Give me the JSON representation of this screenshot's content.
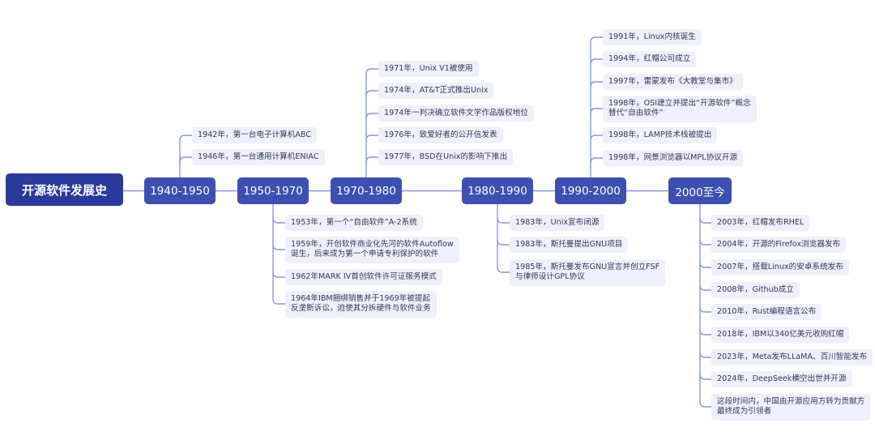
{
  "title": "开源软件发展史",
  "periods": [
    {
      "label": "1940-1950",
      "items": [
        "1942年，第一台电子计算机ABC",
        "1946年，第一台通用计算机ENIAC"
      ]
    },
    {
      "label": "1950-1970",
      "items": [
        "1953年，第一个“自由软件”A-2系统",
        "1959年，开创软件商业化先河的软件Autoflow\n诞生，后来成为第一个申请专利保护的软件",
        "1962年MARK IV首创软件许可证服务模式",
        "1964年IBM捆绑销售并于1969年被提起\n反垄断诉讼，迫使其分拆硬件与软件业务"
      ]
    },
    {
      "label": "1970-1980",
      "items": [
        "1971年，Unix V1被使用",
        "1974年，AT&T正式推出Unix",
        "1974年一判决确立软件文学作品版权地位",
        "1976年，致爱好者的公开信发表",
        "1977年，BSD在Unix的影响下推出"
      ]
    },
    {
      "label": "1980-1990",
      "items": [
        "1983年，Unix宣布闭源",
        "1983年，斯托曼提出GNU项目",
        "1985年，斯托曼发布GNU宣言并创立FSF\n与律师设计GPL协议"
      ]
    },
    {
      "label": "1990-2000",
      "items": [
        "1991年，Linux内核诞生",
        "1994年，红帽公司成立",
        "1997年，雷蒙发布《大教堂与集市》",
        "1998年，OSI建立并提出“开源软件”概念\n替代“自由软件”",
        "1998年，LAMP技术栈被提出",
        "1998年，网景浏览器以MPL协议开源"
      ]
    },
    {
      "label": "2000至今",
      "items": [
        "2003年，红帽发布RHEL",
        "2004年，开源的Firefox浏览器发布",
        "2007年，搭载Linux的安卓系统发布",
        "2008年，Github成立",
        "2010年，Rust编程语言公布",
        "2018年，IBM以340亿美元收购红帽",
        "2023年，Meta发布LLaMA、百川智能发布",
        "2024年，DeepSeek横空出世并开源",
        "这段时间内，中国由开源应用方转为贡献方\n最终成为引领者"
      ]
    }
  ],
  "colors": {
    "root": "#2a3a9c",
    "period": "#3d4fb0",
    "leaf_bg": "#eef0fb",
    "line": "#8a96d6"
  }
}
